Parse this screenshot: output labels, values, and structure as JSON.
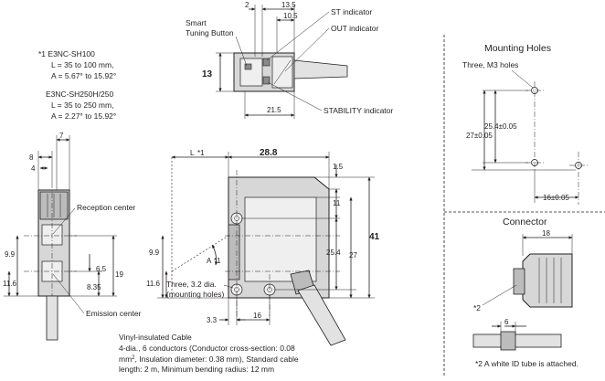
{
  "notes": {
    "note1_title": "*1 E3NC-SH100",
    "note1_l": "L = 35 to 100 mm,",
    "note1_a": "A = 5.67° to 15.92°",
    "note2_title": "E3NC-SH250H/250",
    "note2_l": "L = 35 to 250 mm,",
    "note2_a": "A = 2.27° to 15.92°"
  },
  "top_view": {
    "smart_tuning_1": "Smart",
    "smart_tuning_2": "Tuning Button",
    "st_indicator": "ST indicator",
    "out_indicator": "OUT indicator",
    "stability_indicator": "STABILITY indicator",
    "dim_2": "2",
    "dim_13_5": "13.5",
    "dim_10_5": "10.5",
    "dim_13": "13",
    "dim_21_5": "21.5"
  },
  "side_view": {
    "dim_7": "7",
    "dim_8": "8",
    "dim_4": "4",
    "reception_center": "Reception center",
    "emission_center": "Emission center",
    "dim_9_9": "9.9",
    "dim_11_6": "11.6",
    "dim_6_5": "6.5",
    "dim_19": "19",
    "dim_8_35": "8.35"
  },
  "front_view": {
    "dim_l": "L",
    "dim_l_star": "*1",
    "dim_28_8": "28.8",
    "dim_1_5": "1.5",
    "dim_11": "11",
    "dim_25_4": "25.4",
    "dim_27": "27",
    "dim_41": "41",
    "dim_9_9": "9.9",
    "angle_a": "A",
    "angle_a_star": "*1",
    "dim_11_6": "11.6",
    "holes_1": "Three, 3.2 dia.",
    "holes_2": "(mounting holes)",
    "dim_3_3": "3.3",
    "dim_16": "16"
  },
  "cable_note": {
    "line1": "Vinyl-insulated Cable",
    "line2": "4-dia., 6 conductors (Conductor cross-section: 0.08",
    "line3_a": "mm",
    "line3_sup": "2",
    "line3_b": ", Insulation diameter: 0.38 mm), Standard cable",
    "line4": "length: 2 m, Minimum bending radius: 12 mm"
  },
  "mounting_holes": {
    "title": "Mounting Holes",
    "holes_label": "Three, M3 holes",
    "dim_25_4": "25.4±0.05",
    "dim_27": "27±0.05",
    "dim_16": "16±0.05"
  },
  "connector": {
    "title": "Connector",
    "dim_18": "18",
    "dim_6": "6",
    "star2_mark": "*2",
    "star2_note": "*2 A white ID tube is attached."
  }
}
